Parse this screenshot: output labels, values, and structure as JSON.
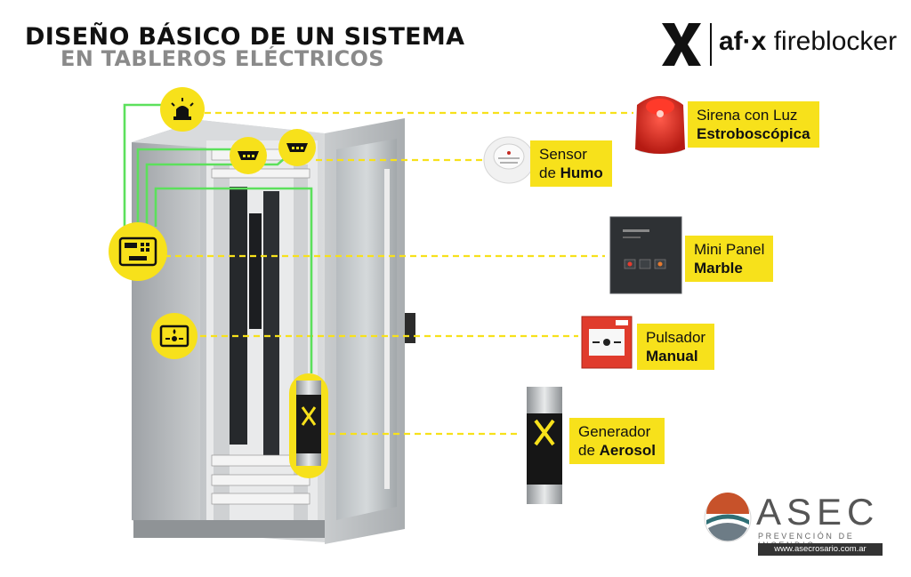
{
  "title": {
    "line1": "DISEÑO BÁSICO DE UN SISTEMA",
    "line2": "EN TABLEROS ELÉCTRICOS"
  },
  "brand": {
    "part1": "af·x",
    "part2": " fireblocker"
  },
  "components": [
    {
      "line1": "Sirena con Luz",
      "line2": "Estroboscópica"
    },
    {
      "line1": "Sensor",
      "line2a": "de ",
      "line2b": "Humo"
    },
    {
      "line1": "Mini Panel",
      "line2": "Marble"
    },
    {
      "line1": "Pulsador",
      "line2": "Manual"
    },
    {
      "line1": "Generador",
      "line2a": "de ",
      "line2b": "Aerosol"
    }
  ],
  "asec": {
    "name": "ASEC",
    "tagline": "PREVENCIÓN DE INCENDIO",
    "web": "www.asecrosario.com.ar"
  },
  "colors": {
    "accent": "#f7e11b",
    "wire": "#5ce05c",
    "dash": "#f7e11b",
    "cabinet": "#b9bcbf"
  },
  "icons": [
    "siren-icon",
    "smoke-sensor-icon",
    "control-panel-icon",
    "manual-pull-icon",
    "aerosol-generator-icon",
    "x-logo-icon",
    "asec-logo-icon"
  ]
}
